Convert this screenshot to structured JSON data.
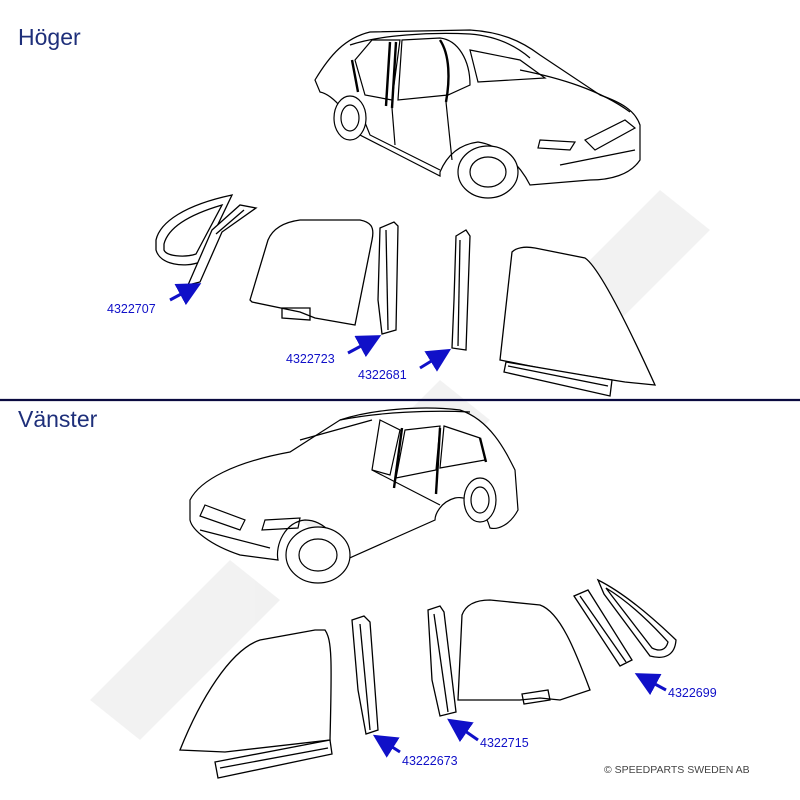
{
  "sections": {
    "right": {
      "title": "Höger"
    },
    "left": {
      "title": "Vänster"
    }
  },
  "parts": {
    "p4322707": "4322707",
    "p4322723": "4322723",
    "p4322681": "4322681",
    "p4322699": "4322699",
    "p4322715": "4322715",
    "p43222673": "43222673"
  },
  "footer": {
    "copyright": "© SPEEDPARTS SWEDEN AB"
  },
  "colors": {
    "title": "#1e2f7a",
    "arrow": "#1010c8",
    "line": "#000000",
    "divider": "#0a0a40"
  }
}
